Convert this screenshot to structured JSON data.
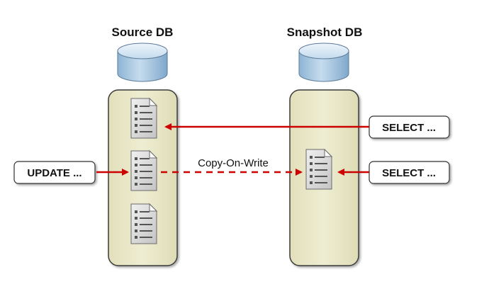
{
  "source_db": {
    "title": "Source DB",
    "update_label": "UPDATE ..."
  },
  "snapshot_db": {
    "title": "Snapshot DB",
    "select_label_1": "SELECT ...",
    "select_label_2": "SELECT ..."
  },
  "copy_label": "Copy-On-Write",
  "colors": {
    "arrow": "#cc0000",
    "panel_fill": "#e8e6c4",
    "panel_stroke": "#3a3a3a",
    "cylinder_top": "#d4e6f3",
    "cylinder_body": "#9fc2dd",
    "page_fill": "#d9d9d9",
    "page_line": "#555555"
  }
}
